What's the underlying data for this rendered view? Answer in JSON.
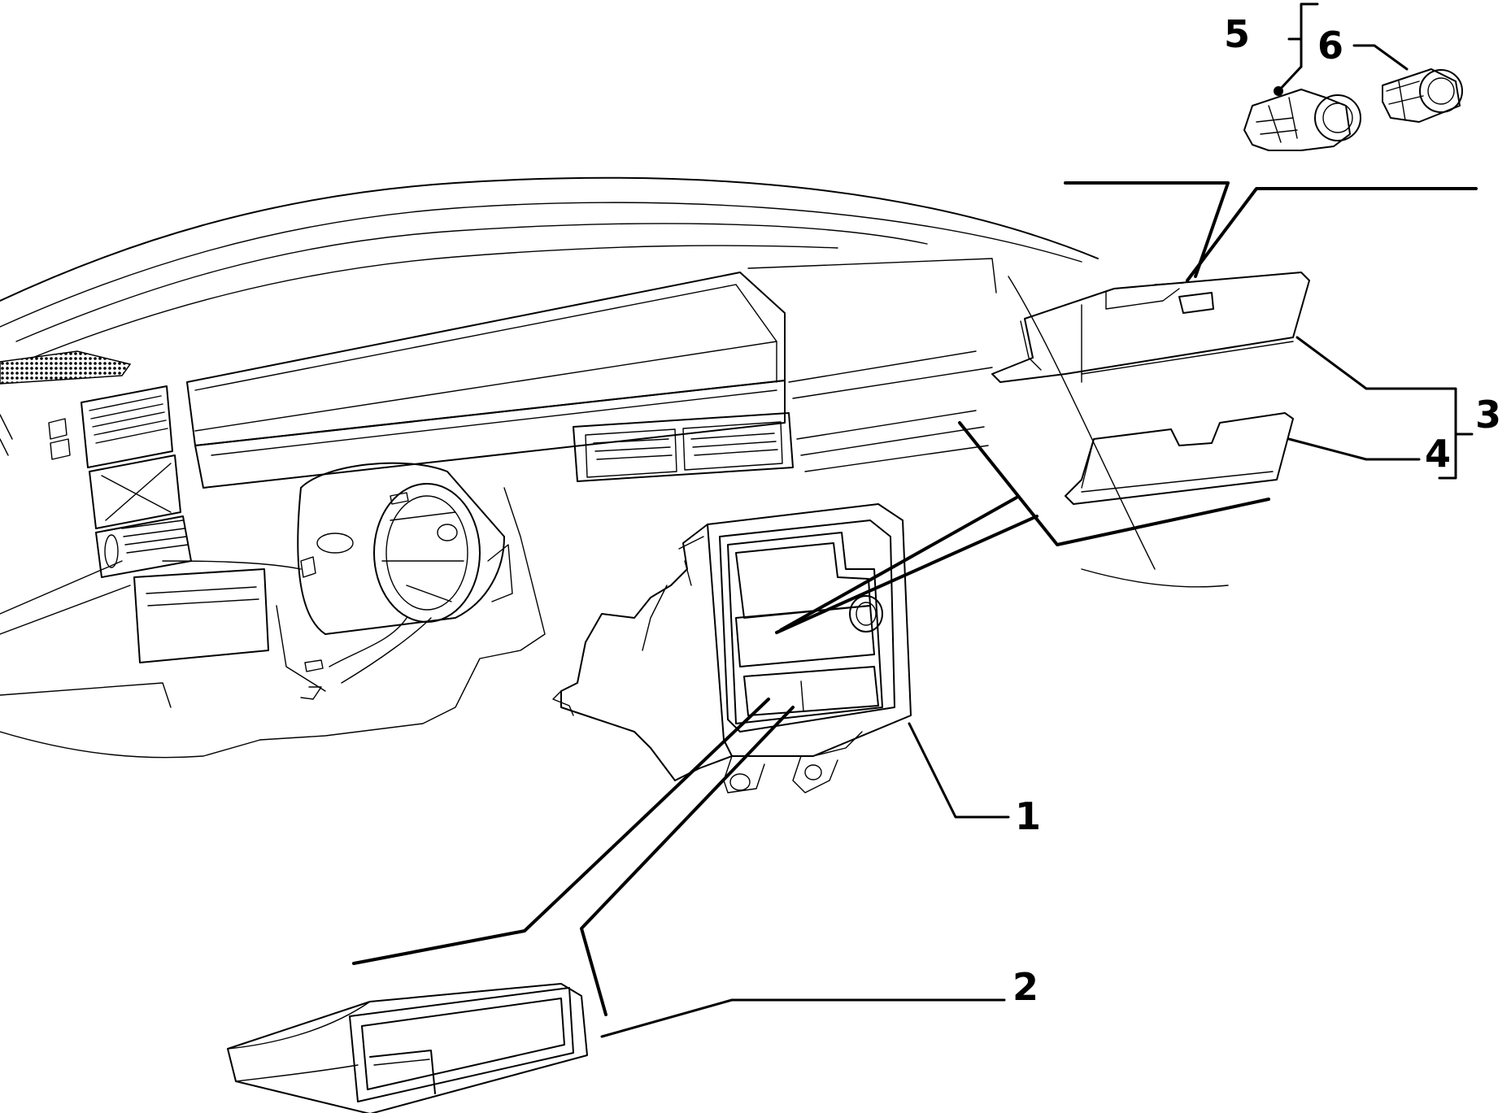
{
  "diagram": {
    "callouts": [
      {
        "id": "1",
        "label": "1"
      },
      {
        "id": "2",
        "label": "2"
      },
      {
        "id": "3",
        "label": "3"
      },
      {
        "id": "4",
        "label": "4"
      },
      {
        "id": "5",
        "label": "5"
      },
      {
        "id": "6",
        "label": "6"
      }
    ]
  },
  "colors": {
    "line": "#000000",
    "background": "#ffffff"
  }
}
